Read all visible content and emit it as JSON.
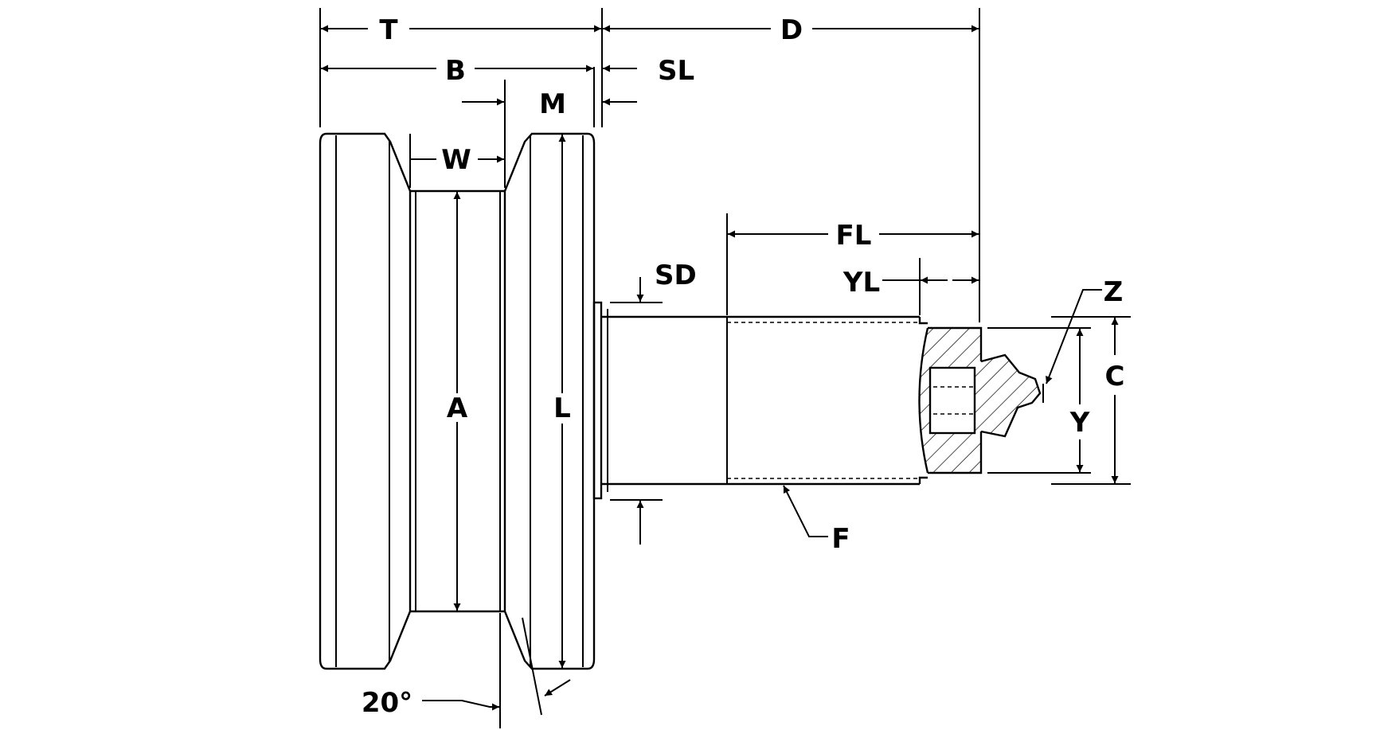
{
  "drawing": {
    "labels": {
      "T": "T",
      "D": "D",
      "B": "B",
      "SL": "SL",
      "M": "M",
      "W": "W",
      "FL": "FL",
      "SD": "SD",
      "YL": "YL",
      "Z": "Z",
      "C": "C",
      "A": "A",
      "L": "L",
      "Y": "Y",
      "F": "F",
      "angle": "20°"
    }
  }
}
